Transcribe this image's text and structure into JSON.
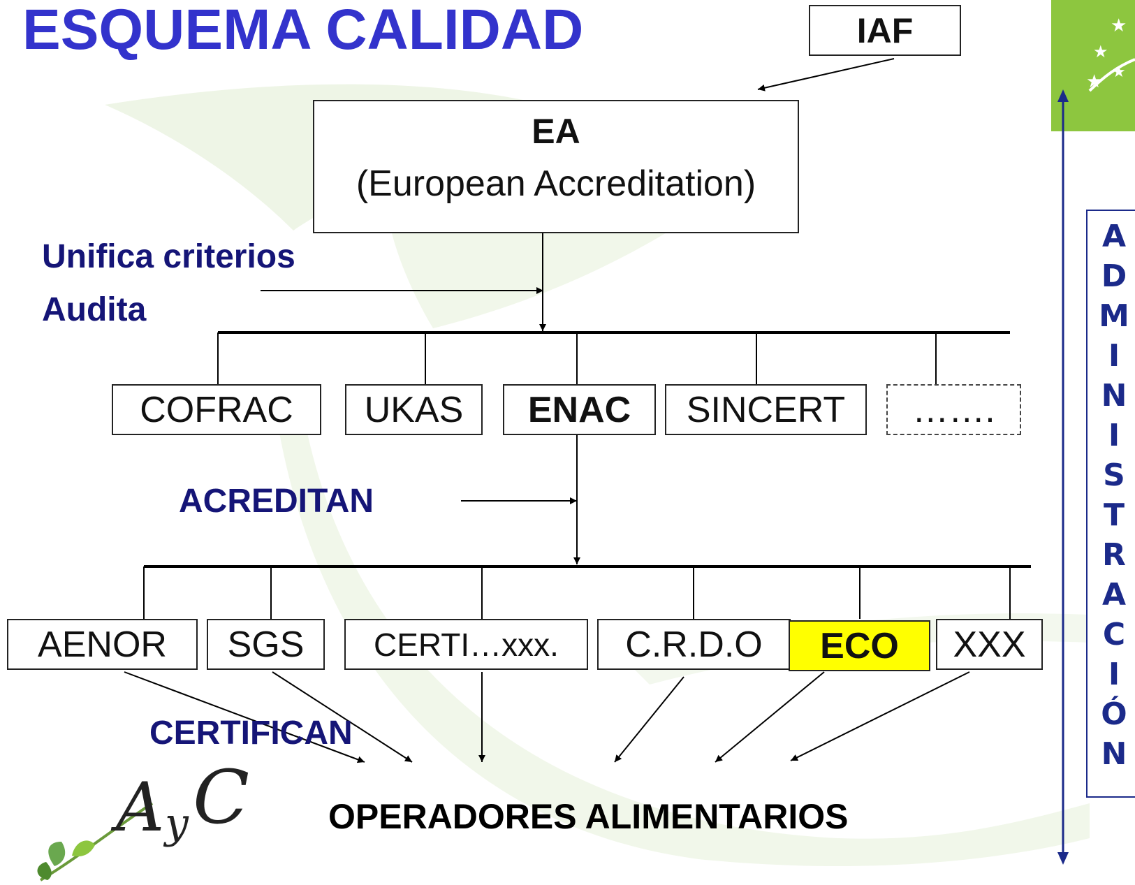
{
  "title": "ESQUEMA CALIDAD",
  "top_body": "IAF",
  "european_body": {
    "name": "EA",
    "full_name": "(European Accreditation)"
  },
  "ea_actions": [
    "Unifica criterios",
    "Audita"
  ],
  "national_bodies": [
    "COFRAC",
    "UKAS",
    "ENAC",
    "SINCERT",
    "……."
  ],
  "highlighted_national_body": "ENAC",
  "accredit_label": "ACREDITAN",
  "certification_bodies": [
    "AENOR",
    "SGS",
    "CERTI…xxx.",
    "C.R.D.O",
    "ECO",
    "XXX"
  ],
  "highlighted_certification_body": "ECO",
  "certify_label": "CERTIFICAN",
  "operators": "OPERADORES ALIMENTARIOS",
  "side_label_letters": [
    "A",
    "D",
    "M",
    "I",
    "N",
    "I",
    "S",
    "T",
    "R",
    "A",
    "C",
    "I",
    "Ó",
    "N"
  ],
  "logo": {
    "text_a": "A",
    "text_y": "y",
    "text_c": "C"
  },
  "colors": {
    "title": "#3333cc",
    "labels": "#151577",
    "side_label": "#1b2a8a",
    "eco_highlight": "#ffff00",
    "eu_logo_green": "#8dc63f",
    "watermark_green": "#eef5e6"
  }
}
